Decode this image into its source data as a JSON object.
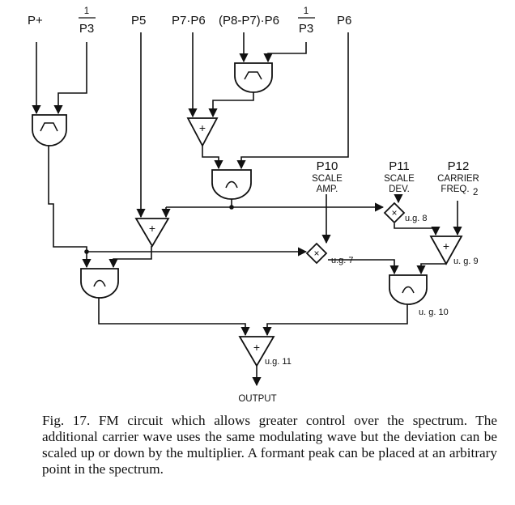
{
  "inputs": {
    "p_plus": "P+",
    "recip_p3_num": "1",
    "recip_p3_den": "P3",
    "p5": "P5",
    "p7p6": "P7·P6",
    "p8p7p6": "(P8-P7)·P6",
    "recip_p3b_num": "1",
    "recip_p3b_den": "P3",
    "p6": "P6"
  },
  "param_labels": {
    "p10": "P10",
    "p10_a": "SCALE",
    "p10_b": "AMP.",
    "p11": "P11",
    "p11_a": "SCALE",
    "p11_b": "DEV.",
    "p12": "P12",
    "p12_a": "CARRIER",
    "p12_b": "FREQ.",
    "p12_sub": "2"
  },
  "unit_generators": {
    "ug7": "u.g. 7",
    "ug8": "u.g. 8",
    "ug9": "u. g. 9",
    "ug10": "u. g. 10",
    "ug11": "u.g. 11"
  },
  "symbols": {
    "plus": "+",
    "times": "×"
  },
  "output_label": "OUTPUT",
  "caption": {
    "fig": "Fig. 17.",
    "text": "FM circuit which allows greater control over the spectrum. The additional carrier wave uses the same modulating wave but the deviation can be scaled up or down by the multiplier. A formant peak can be placed at an arbitrary point in the spectrum."
  }
}
